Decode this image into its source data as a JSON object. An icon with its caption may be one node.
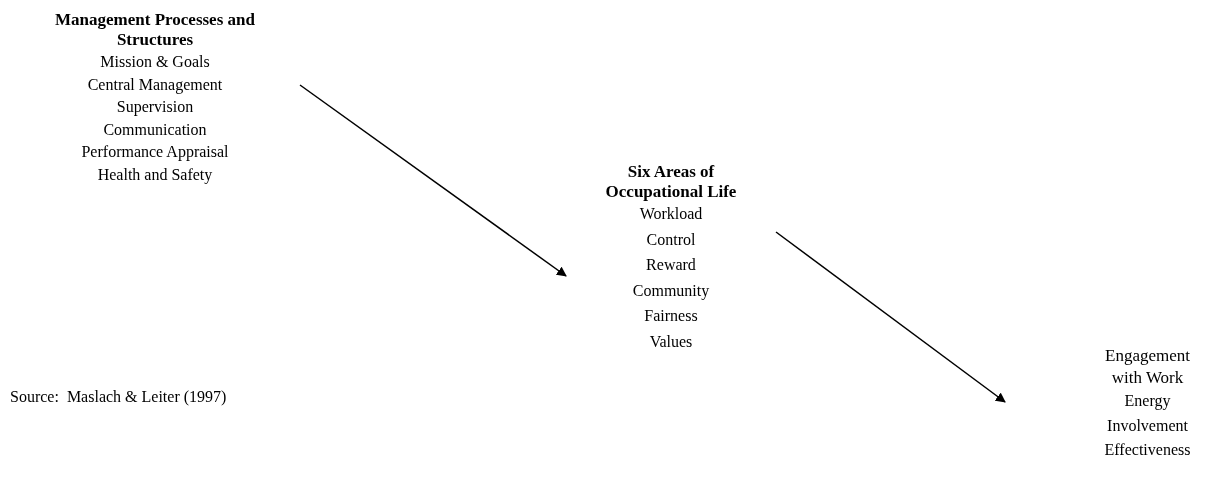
{
  "diagram": {
    "nodes": [
      {
        "text": [
          "Management Processes and Structures",
          "Mission & Goals",
          "Central Management",
          "Supervision",
          "Communication",
          "Performance Appraisal",
          "Health and Safety"
        ]
      },
      {
        "text": [
          "Six Areas of Occupational Life",
          "Workload",
          "Control",
          "Reward",
          "Community",
          "Fairness",
          "Values"
        ]
      },
      {
        "text": [
          "Engagement with Work",
          "Energy",
          "Involvement",
          "Effectiveness"
        ]
      }
    ],
    "edges": [
      {
        "from": 0,
        "to": 1,
        "arrow": "to"
      },
      {
        "from": 1,
        "to": 2,
        "arrow": "to"
      }
    ],
    "labels": [
      "Source:  Maslach & Leiter (1997)"
    ]
  }
}
